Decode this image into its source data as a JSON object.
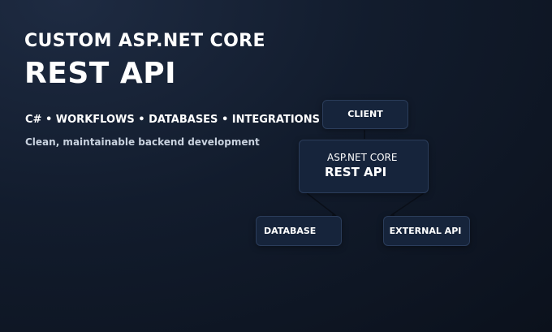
{
  "header": {
    "title_line1": "CUSTOM ASP.NET CORE",
    "title_line2": "REST API"
  },
  "tagline": "C# • WORKFLOWS • DATABASES • INTEGRATIONS",
  "subtitle": "Clean, maintainable backend development",
  "diagram": {
    "nodes": {
      "client": "CLIENT",
      "api_line1": "ASP.NET CORE",
      "api_line2": "REST API",
      "database": "DATABASE",
      "external_api": "EXTERNAL API"
    },
    "edges": [
      [
        "client",
        "api"
      ],
      [
        "api",
        "database"
      ],
      [
        "api",
        "external_api"
      ]
    ]
  },
  "colors": {
    "background_dark": "#0b111c",
    "background_light": "#1e2b42",
    "node_fill": "#16243b",
    "node_border": "#2b3d5b",
    "text": "#ffffff",
    "subtitle_text": "#c9d2df"
  }
}
